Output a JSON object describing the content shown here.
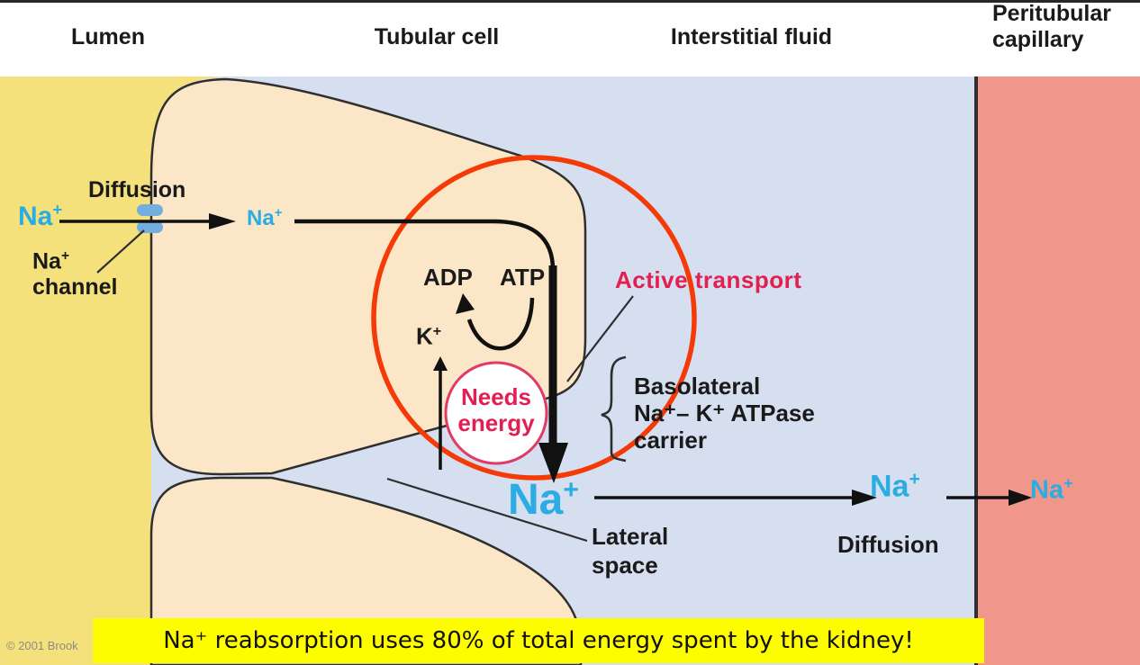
{
  "headers": {
    "lumen": "Lumen",
    "tubular_cell": "Tubular cell",
    "interstitial_fluid": "Interstitial fluid",
    "peritubular_line1": "Peritubular",
    "peritubular_line2": "capillary"
  },
  "labels": {
    "diffusion_apical": "Diffusion",
    "lumen_na": {
      "base": "Na",
      "sup": "+"
    },
    "na_channel_line1": {
      "base": "Na",
      "sup": "+"
    },
    "na_channel_line2": "channel",
    "cell_na": {
      "base": "Na",
      "sup": "+"
    },
    "adp": "ADP",
    "atp": "ATP",
    "k": {
      "base": "K",
      "sup": "+"
    },
    "active_transport": "Active transport",
    "needs_energy_line1": "Needs",
    "needs_energy_line2": "energy",
    "basolateral_line1": "Basolateral",
    "basolateral_line2": "Na⁺– K⁺ ATPase",
    "basolateral_line3": "carrier",
    "pumped_na": {
      "base": "Na",
      "sup": "+"
    },
    "lateral_space_line1": "Lateral",
    "lateral_space_line2": "space",
    "diffusion_basolateral": "Diffusion",
    "interstitial_na": {
      "base": "Na",
      "sup": "+"
    },
    "capillary_na": {
      "base": "Na",
      "sup": "+"
    }
  },
  "banner": {
    "text": "Na⁺ reabsorption uses 80% of total energy spent by the kidney!"
  },
  "copyright": "© 2001 Brook",
  "colors": {
    "lumen_fill": "#F5E17C",
    "cell_fill": "#FBE7C7",
    "interstitial_fill": "#D5DFEF",
    "capillary_fill": "#F0968B",
    "channel_fill": "#74AEDE",
    "na_text": "#2BACE2",
    "red_text": "#E31E50",
    "highlight_circle": "#F43B07",
    "needs_circle_stroke": "#E23A66",
    "banner_bg": "#FDFD00"
  }
}
